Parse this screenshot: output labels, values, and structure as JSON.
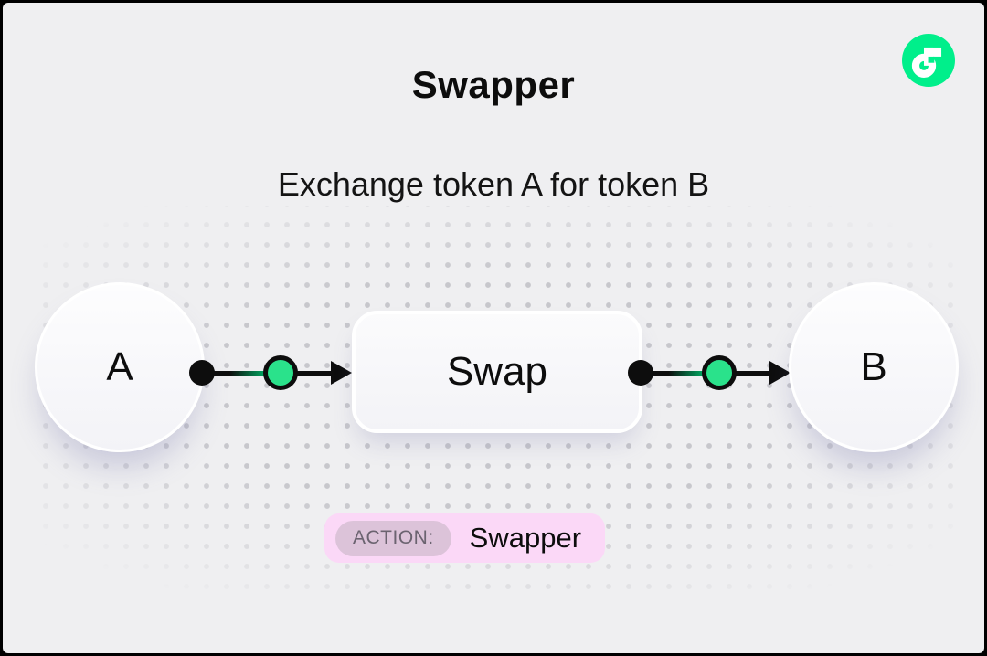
{
  "header": {
    "title": "Swapper",
    "subtitle": "Exchange token A for token B"
  },
  "logo": {
    "name": "flow-logo",
    "brand_green": "#00ef8b"
  },
  "diagram": {
    "token_a": {
      "label": "A"
    },
    "swap": {
      "label": "Swap"
    },
    "token_b": {
      "label": "B"
    },
    "connections": [
      {
        "from": "A",
        "to": "Swap"
      },
      {
        "from": "Swap",
        "to": "B"
      }
    ],
    "port_color": "#2ae28b",
    "edge_color": "#0d0d0d"
  },
  "action_badge": {
    "label": "ACTION:",
    "value": "Swapper"
  },
  "colors": {
    "background": "#efeff1",
    "dot_pattern": "#c7c7cc",
    "badge_background": "#fbd8f7",
    "badge_label_background": "#dcc3d9",
    "node_fill": "#f8f8fb"
  }
}
